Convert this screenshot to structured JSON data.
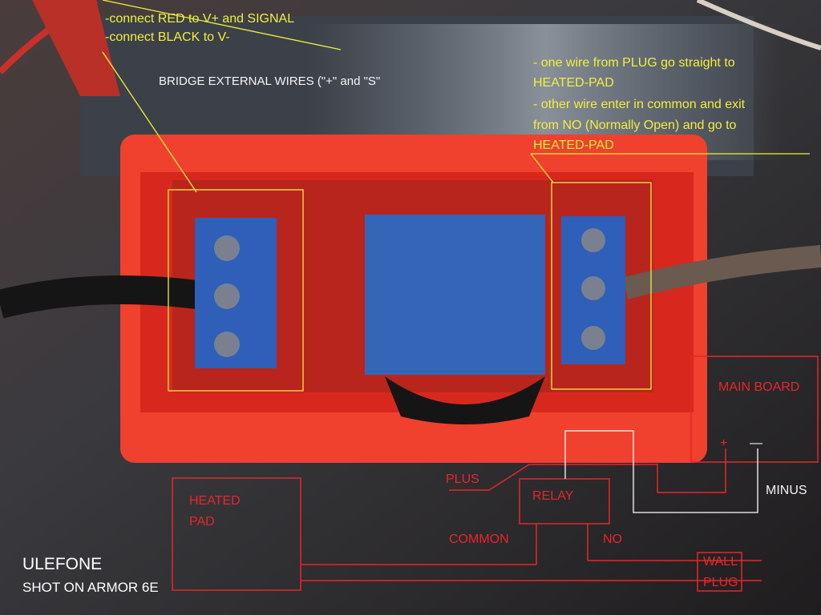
{
  "annotations": {
    "top_left_line1": "-connect RED to V+ and SIGNAL",
    "top_left_line2": "-connect BLACK to V-",
    "bridge": "BRIDGE EXTERNAL WIRES (\"+\" and \"S\"",
    "top_right_line1": "- one wire from PLUG go straight to",
    "top_right_line2": "HEATED-PAD",
    "top_right_line3": "- other wire enter in common and exit",
    "top_right_line4": "from NO (Normally Open) and go to",
    "top_right_line5": "HEATED-PAD"
  },
  "diagram": {
    "main_board": "MAIN BOARD",
    "plus_sign": "+",
    "minus_sign": "—",
    "minus": "MINUS",
    "plus": "PLUS",
    "relay": "RELAY",
    "common": "COMMON",
    "no": "NO",
    "heated_pad_1": "HEATED",
    "heated_pad_2": "PAD",
    "wall_plug_1": "WALL",
    "wall_plug_2": "PLUG"
  },
  "watermark": {
    "brand": "ULEFONE",
    "caption": "SHOT ON ARMOR 6E"
  },
  "colors": {
    "annotation_yellow": "#f2ee3c",
    "diagram_red": "#e8262a",
    "enclosure": "#f0402e",
    "terminal_blue": "#2f5fb8"
  }
}
